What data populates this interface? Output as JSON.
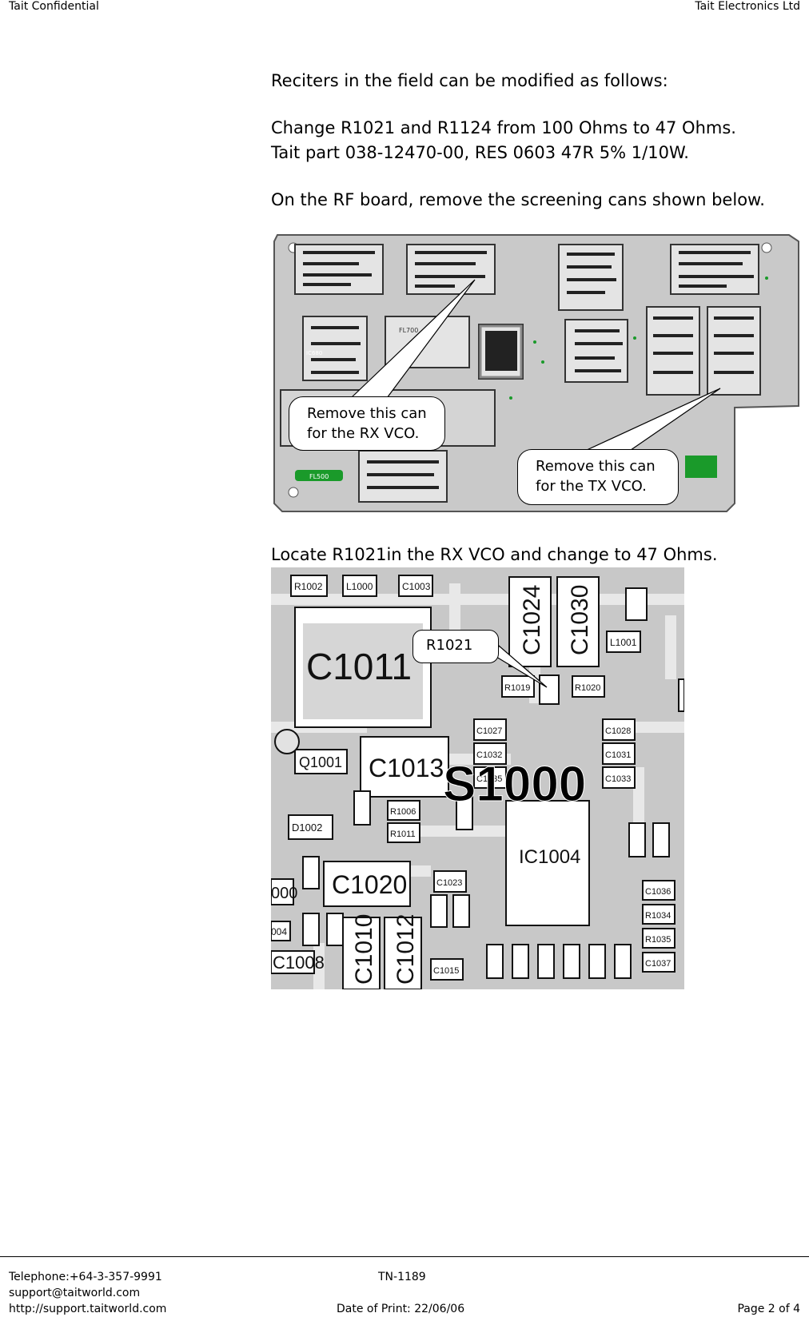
{
  "header": {
    "left": "Tait Confidential",
    "right": "Tait Electronics Ltd"
  },
  "body": {
    "intro": "Reciters in the field can be modified as follows:",
    "change_line1": "Change R1021 and R1124 from 100 Ohms to 47 Ohms.",
    "change_line2": "Tait part 038-12470-00, RES 0603 47R 5% 1/10W.",
    "remove_cans": "On the RF board, remove the screening cans shown below.",
    "locate": "Locate R1021in the RX VCO and change to 47 Ohms."
  },
  "board_figure": {
    "callout_rx_line1": "Remove this can",
    "callout_rx_line2": "for the RX VCO.",
    "callout_tx_line1": "Remove this can",
    "callout_tx_line2": "for the TX VCO.",
    "labels": {
      "fl700": "FL700",
      "fl500": "FL500",
      "ic680": "IC680"
    }
  },
  "zoom_figure": {
    "callout": "R1021",
    "labels": {
      "r1002": "R1002",
      "l1000": "L1000",
      "c1003": "C1003",
      "c1024": "C1024",
      "c1030": "C1030",
      "c1011": "C1011",
      "l1001": "L1001",
      "r1019": "R1019",
      "r1020": "R1020",
      "c1027": "C1027",
      "c1028": "C1028",
      "c1032": "C1032",
      "c1031": "C1031",
      "c1035": "C1035",
      "c1033": "C1033",
      "q1001": "Q1001",
      "c1013": "C1013",
      "s1000": "S1000",
      "r1006": "R1006",
      "r1011": "R1011",
      "d1002": "D1002",
      "c1020": "C1020",
      "c1023": "C1023",
      "ic1004": "IC1004",
      "n000": "000",
      "n004": "004",
      "c1008": "C1008",
      "c1010": "C1010",
      "c1012": "C1012",
      "c1015": "C1015",
      "c1036": "C1036",
      "r1034": "R1034",
      "r1035": "R1035",
      "c1037": "C1037"
    }
  },
  "footer": {
    "telephone": "Telephone:+64-3-357-9991",
    "email": "support@taitworld.com",
    "website": "http://support.taitworld.com",
    "doc_number": "TN-1189",
    "print_date": "Date of Print: 22/06/06",
    "page": "Page 2 of 4"
  }
}
